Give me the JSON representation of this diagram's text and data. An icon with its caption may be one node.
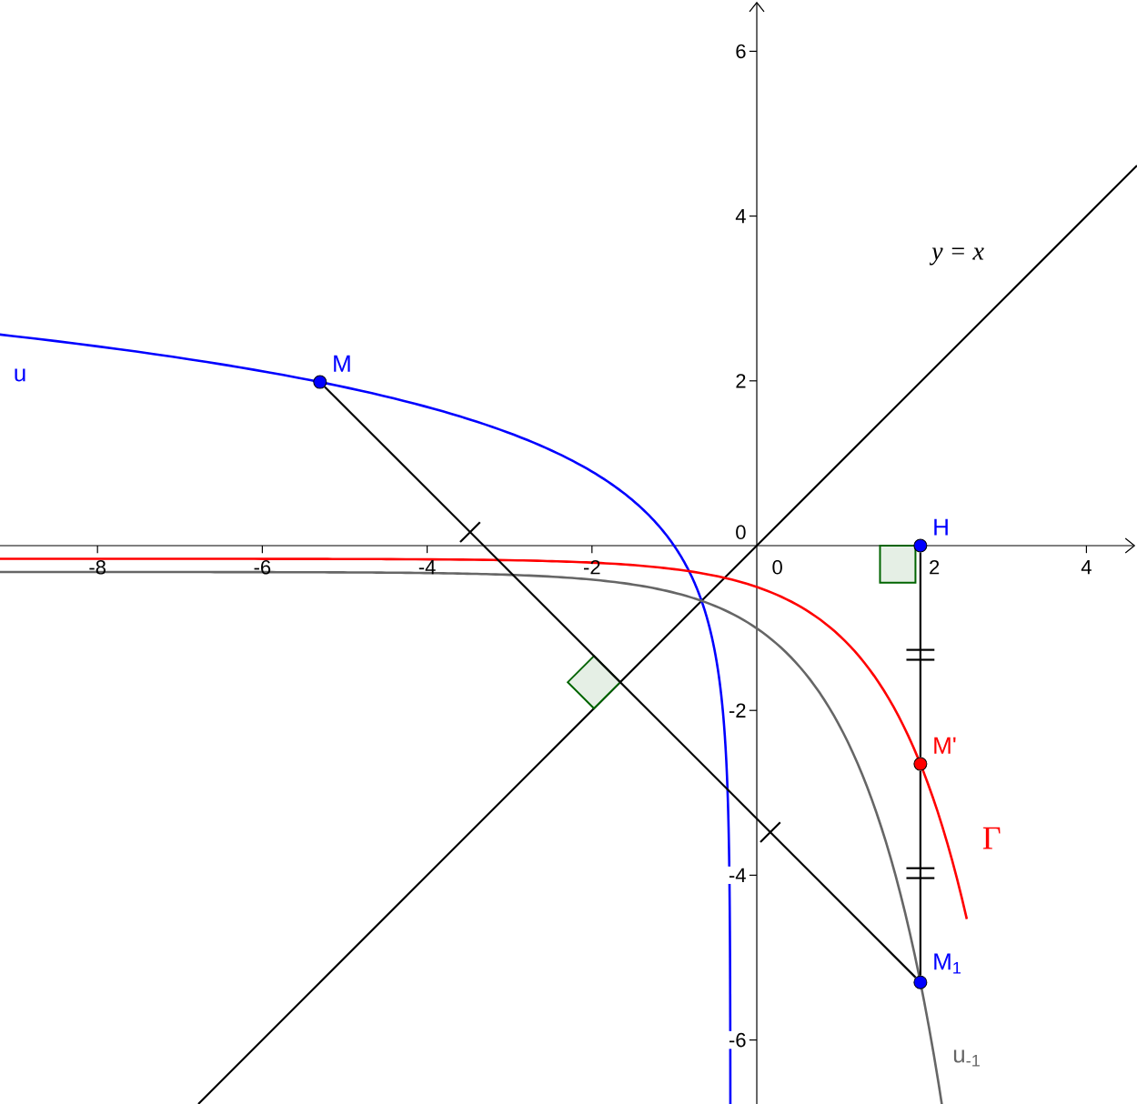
{
  "diagram": {
    "nodes": [
      {
        "text": [],
        "shape": "circle",
        "beside": [
          "M"
        ]
      },
      {
        "text": [],
        "shape": "circle",
        "beside": [
          "H"
        ]
      },
      {
        "text": [],
        "shape": "circle",
        "beside": [
          "M'"
        ]
      },
      {
        "text": [],
        "shape": "circle",
        "beside": [
          "M$_{1}$"
        ]
      }
    ],
    "edges": [
      {
        "from": 0,
        "to": 3,
        "arrow": "none"
      },
      {
        "from": 1,
        "to": 2,
        "arrow": "none"
      },
      {
        "from": 2,
        "to": 3,
        "arrow": "none"
      }
    ],
    "labels": [
      "6",
      "4",
      "y = x",
      "u",
      "2",
      "0",
      "-8",
      "-6",
      "-4",
      "-2",
      "0",
      "2",
      "4",
      "-2",
      "Γ",
      "-4",
      "-6",
      "u$_{-1}$"
    ]
  }
}
